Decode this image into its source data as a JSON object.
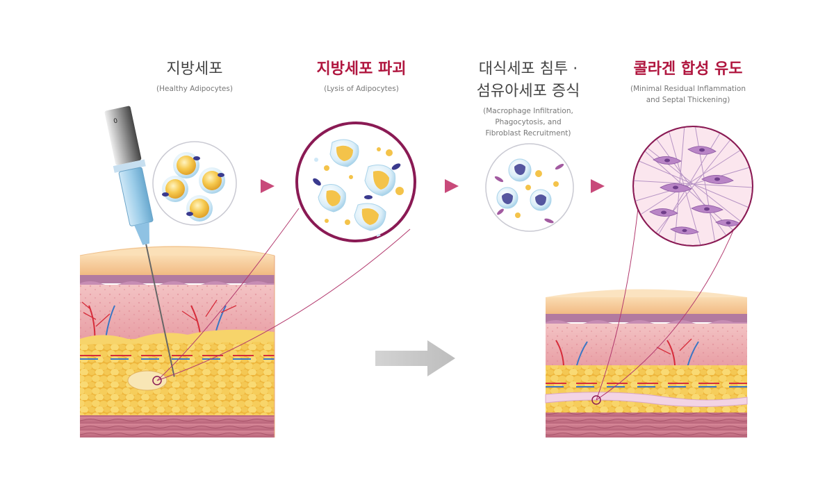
{
  "steps": [
    {
      "title": "지방세포",
      "subtitle": "(Healthy Adipocytes)"
    },
    {
      "title": "지방세포 파괴",
      "subtitle": "(Lysis of Adipocytes)"
    },
    {
      "title_line1": "대식세포 침투 ·",
      "title_line2": "섬유아세포 증식",
      "subtitle_line1": "(Macrophage Infiltration,",
      "subtitle_line2": "Phagocytosis, and",
      "subtitle_line3": "Fibroblast Recruitment)"
    },
    {
      "title": "콜라겐 합성 유도",
      "subtitle_line1": "(Minimal Residual Inflammation",
      "subtitle_line2": "and Septal Thickening)"
    }
  ],
  "colors": {
    "accent": "#b0163f",
    "arrow": "#c84a7a",
    "circle_border": "#8a1a54",
    "fat": "#f2c24a",
    "dermis": "#f0b5b8",
    "epidermis": "#f6c99a"
  },
  "icons": [
    "syringe-icon",
    "arrow-right-icon"
  ]
}
